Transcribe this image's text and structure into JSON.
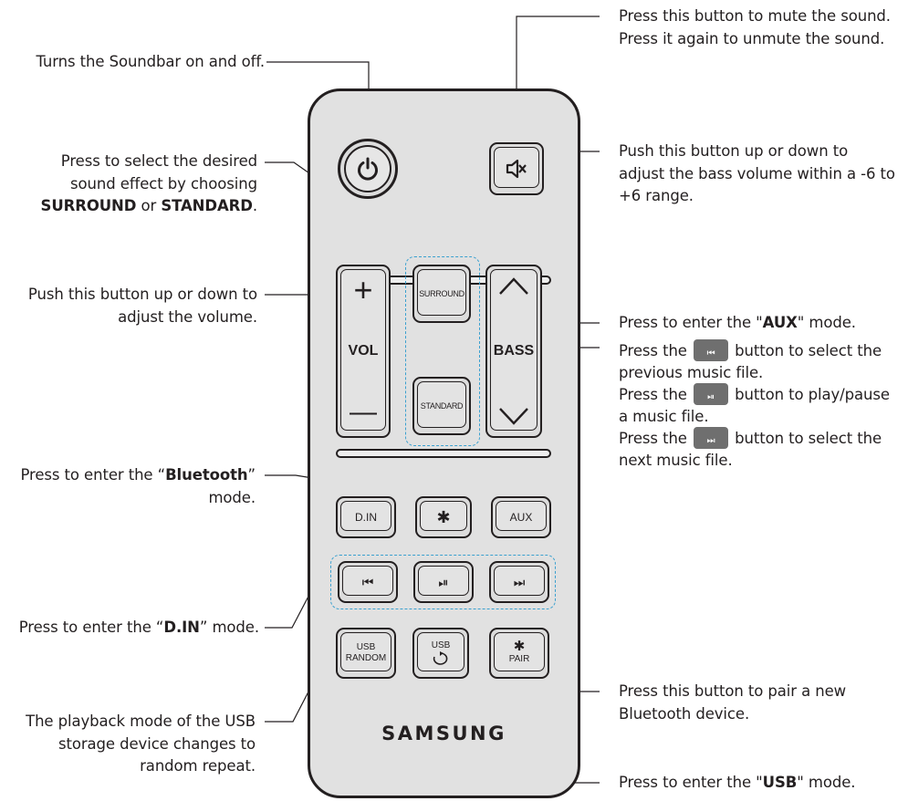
{
  "remote": {
    "brand": "SAMSUNG",
    "buttons": {
      "surround": "SURROUND",
      "standard": "STANDARD",
      "vol": "VOL",
      "vol_plus": "+",
      "vol_minus": "—",
      "bass": "BASS",
      "din": "D.IN",
      "aux": "AUX",
      "bluetooth": "✱",
      "usb_random_1": "USB",
      "usb_random_2": "RANDOM",
      "usb": "USB",
      "pair": "PAIR",
      "prev": "⏮",
      "play_pause": "⏯",
      "next": "⏭"
    }
  },
  "labels": {
    "power": "Turns the Soundbar on and off.",
    "sound_effect_1": "Press to select the desired",
    "sound_effect_2": "sound effect by choosing",
    "sound_effect_surround": "SURROUND",
    "sound_effect_or": " or ",
    "sound_effect_standard": "STANDARD",
    "sound_effect_end": ".",
    "volume_1": "Push this button up or down to",
    "volume_2": "adjust the volume.",
    "bluetooth_pre": "Press to enter the “",
    "bluetooth_word": "Bluetooth",
    "bluetooth_post": "”",
    "bluetooth_2": "mode.",
    "din_pre": "Press to enter the “",
    "din_word": "D.IN",
    "din_post": "” mode.",
    "usb_random_1": "The playback mode of the USB",
    "usb_random_2": "storage device changes to",
    "usb_random_3": "random repeat.",
    "mute_1": "Press this button to mute the sound.",
    "mute_2": "Press it again to unmute the sound.",
    "bass_1": "Push this button up or down to",
    "bass_2": "adjust the bass volume within a -6 to",
    "bass_3": "+6 range.",
    "aux_pre": "Press to enter the \"",
    "aux_word": "AUX",
    "aux_post": "\" mode.",
    "prev_pre": "Press the",
    "prev_post": "button to select the",
    "prev_2": "previous music file.",
    "play_pre": "Press the",
    "play_post": "button to play/pause",
    "play_2": "a music file.",
    "next_pre": "Press the",
    "next_post": "button to select the",
    "next_2": "next music file.",
    "pair_1": "Press this button to pair a new",
    "pair_2": "Bluetooth device.",
    "usb_pre": "Press to enter the \"",
    "usb_word": "USB",
    "usb_post": "\" mode."
  }
}
